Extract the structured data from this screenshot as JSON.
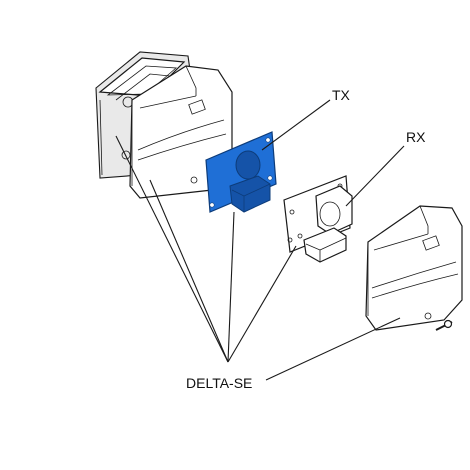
{
  "labels": {
    "tx": "TX",
    "rx": "RX",
    "model": "DELTA-SE"
  },
  "colors": {
    "tx_board": "#1f6fd6",
    "tx_board_dark": "#1553a8",
    "line": "#1a1a1a"
  }
}
